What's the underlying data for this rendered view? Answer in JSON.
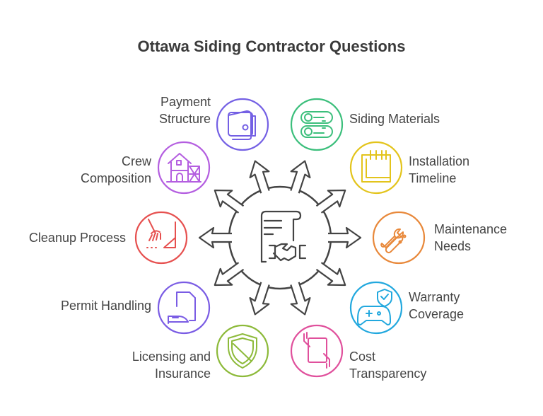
{
  "title": "Ottawa Siding Contractor Questions",
  "center": {
    "icon": "contract-handshake-icon",
    "color": "#444444"
  },
  "items": [
    {
      "label_lines": [
        "Payment",
        "Structure"
      ],
      "icon": "wallet-icon",
      "color": "#7460e4"
    },
    {
      "label_lines": [
        "Siding Materials"
      ],
      "icon": "log-stack-icon",
      "color": "#3cbf7c"
    },
    {
      "label_lines": [
        "Crew",
        "Composition"
      ],
      "icon": "house-scaffolding-icon",
      "color": "#b45ee0"
    },
    {
      "label_lines": [
        "Installation",
        "Timeline"
      ],
      "icon": "calendar-icon",
      "color": "#e3c41c"
    },
    {
      "label_lines": [
        "Cleanup Process"
      ],
      "icon": "rake-dustpan-icon",
      "color": "#e6504f"
    },
    {
      "label_lines": [
        "Maintenance",
        "Needs"
      ],
      "icon": "wrench-tools-icon",
      "color": "#e8883a"
    },
    {
      "label_lines": [
        "Permit Handling"
      ],
      "icon": "document-stamp-icon",
      "color": "#7a5ce4"
    },
    {
      "label_lines": [
        "Warranty",
        "Coverage"
      ],
      "icon": "gamepad-shield-icon",
      "color": "#22a8de"
    },
    {
      "label_lines": [
        "Licensing and",
        "Insurance"
      ],
      "icon": "shield-icon",
      "color": "#8dba3a"
    },
    {
      "label_lines": [
        "Cost",
        "Transparency"
      ],
      "icon": "tablet-hands-icon",
      "color": "#e0509c"
    }
  ]
}
